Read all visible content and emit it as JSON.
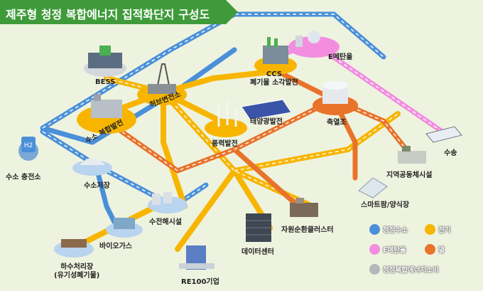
{
  "title": "제주형 청정 복합에너지 집적화단지 구성도",
  "colors": {
    "hydrogen": "#4a90d9",
    "electricity": "#f7b500",
    "e_methanol": "#f28de0",
    "heat": "#e8732a",
    "bg": "#eef3df",
    "banner": "#3f9b3a"
  },
  "facilities": {
    "bess": "BESS",
    "ccs_line1": "CCS",
    "ccs_line2": "폐기물 소각발전",
    "e_methanol": "E메탄올",
    "hub_substation": "허브변전소",
    "solar": "태양광발전",
    "hydrogen_power": "수소 복합발전",
    "wind": "풍력발전",
    "heat_storage": "축열조",
    "transport": "수송",
    "h2_station": "수소 충전소",
    "h2_storage": "수소저장",
    "district_facility": "지역공동체시설",
    "smart_farm": "스마트팜/양식장",
    "water_electrolysis": "수전해시설",
    "resource_cluster": "자원순환클러스터",
    "biogas": "바이오가스",
    "data_center": "데이터센터",
    "sewage_line1": "하수처리장",
    "sewage_line2": "(유기성폐기물)",
    "re100": "RE100기업",
    "h2_icon_text": "H2"
  },
  "legend": {
    "hydrogen": "청정수소",
    "electricity": "전기",
    "e_methanol": "E메탄올",
    "heat": "열",
    "consumer": "청정복합에너지소비"
  }
}
